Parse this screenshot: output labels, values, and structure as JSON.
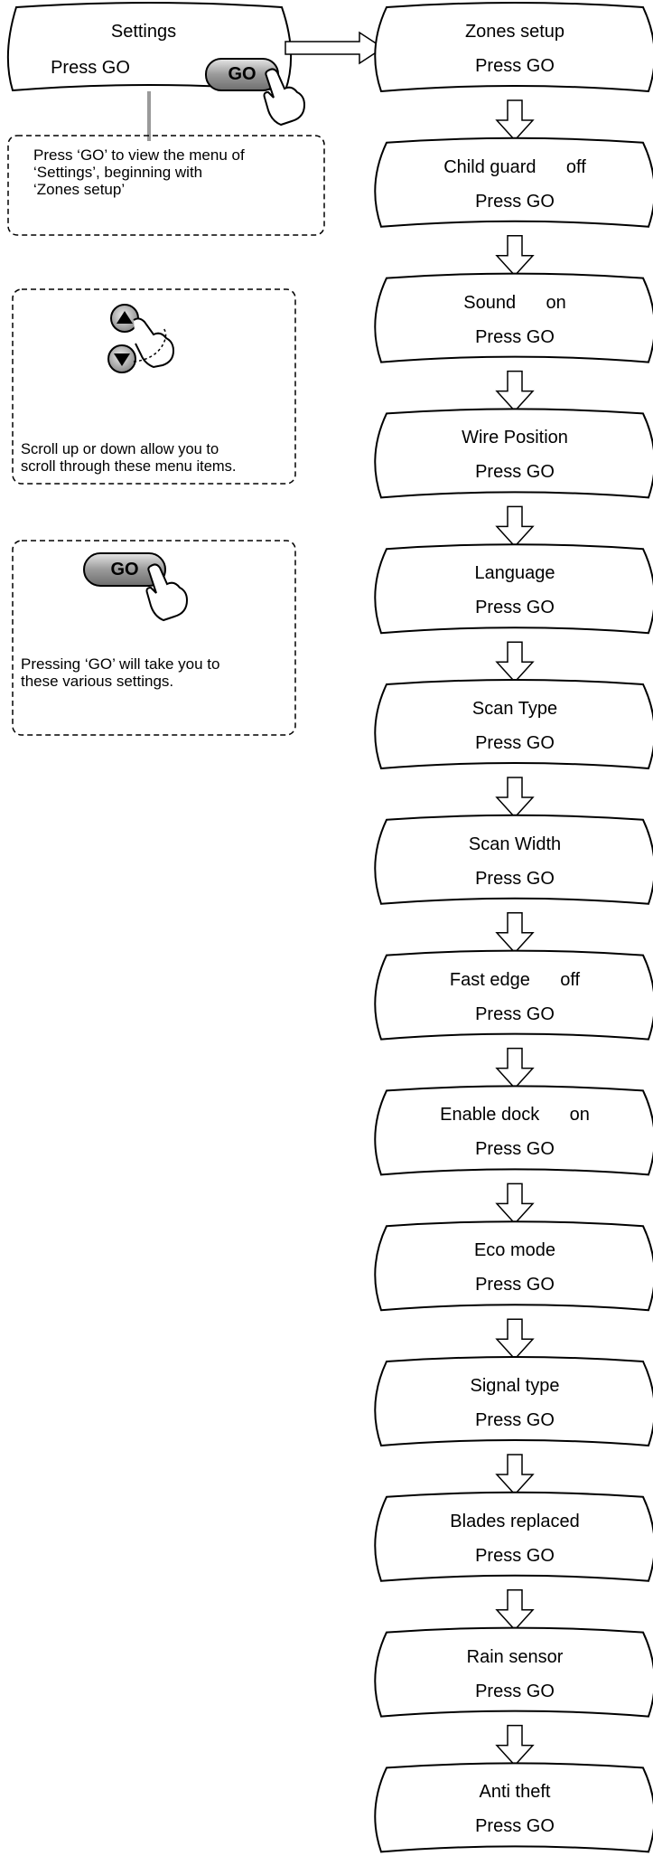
{
  "settings": {
    "title": "Settings",
    "press": "Press GO",
    "go_label": "GO"
  },
  "notes": {
    "go_view": {
      "line1": "Press ‘GO’ to view the menu of",
      "line2": "‘Settings’, beginning with",
      "line3": "‘Zones setup’"
    },
    "scroll": {
      "line1": "Scroll up or down allow you to",
      "line2": "scroll through these menu items."
    },
    "pressing_go": {
      "button_label": "GO",
      "line1": "Pressing ‘GO’ will take you to",
      "line2": "these various settings."
    }
  },
  "menu_items": [
    {
      "label": "Zones setup",
      "value": "",
      "press": "Press GO"
    },
    {
      "label": "Child guard",
      "value": "off",
      "press": "Press GO"
    },
    {
      "label": "Sound",
      "value": "on",
      "press": "Press GO"
    },
    {
      "label": "Wire Position",
      "value": "",
      "press": "Press GO"
    },
    {
      "label": "Language",
      "value": "",
      "press": "Press GO"
    },
    {
      "label": "Scan Type",
      "value": "",
      "press": "Press GO"
    },
    {
      "label": "Scan Width",
      "value": "",
      "press": "Press GO"
    },
    {
      "label": "Fast edge",
      "value": "off",
      "press": "Press GO"
    },
    {
      "label": "Enable dock",
      "value": "on",
      "press": "Press GO"
    },
    {
      "label": "Eco mode",
      "value": "",
      "press": "Press GO"
    },
    {
      "label": "Signal type",
      "value": "",
      "press": "Press GO"
    },
    {
      "label": "Blades replaced",
      "value": "",
      "press": "Press GO"
    },
    {
      "label": "Rain sensor",
      "value": "",
      "press": "Press GO"
    },
    {
      "label": "Anti theft",
      "value": "",
      "press": "Press GO"
    }
  ]
}
